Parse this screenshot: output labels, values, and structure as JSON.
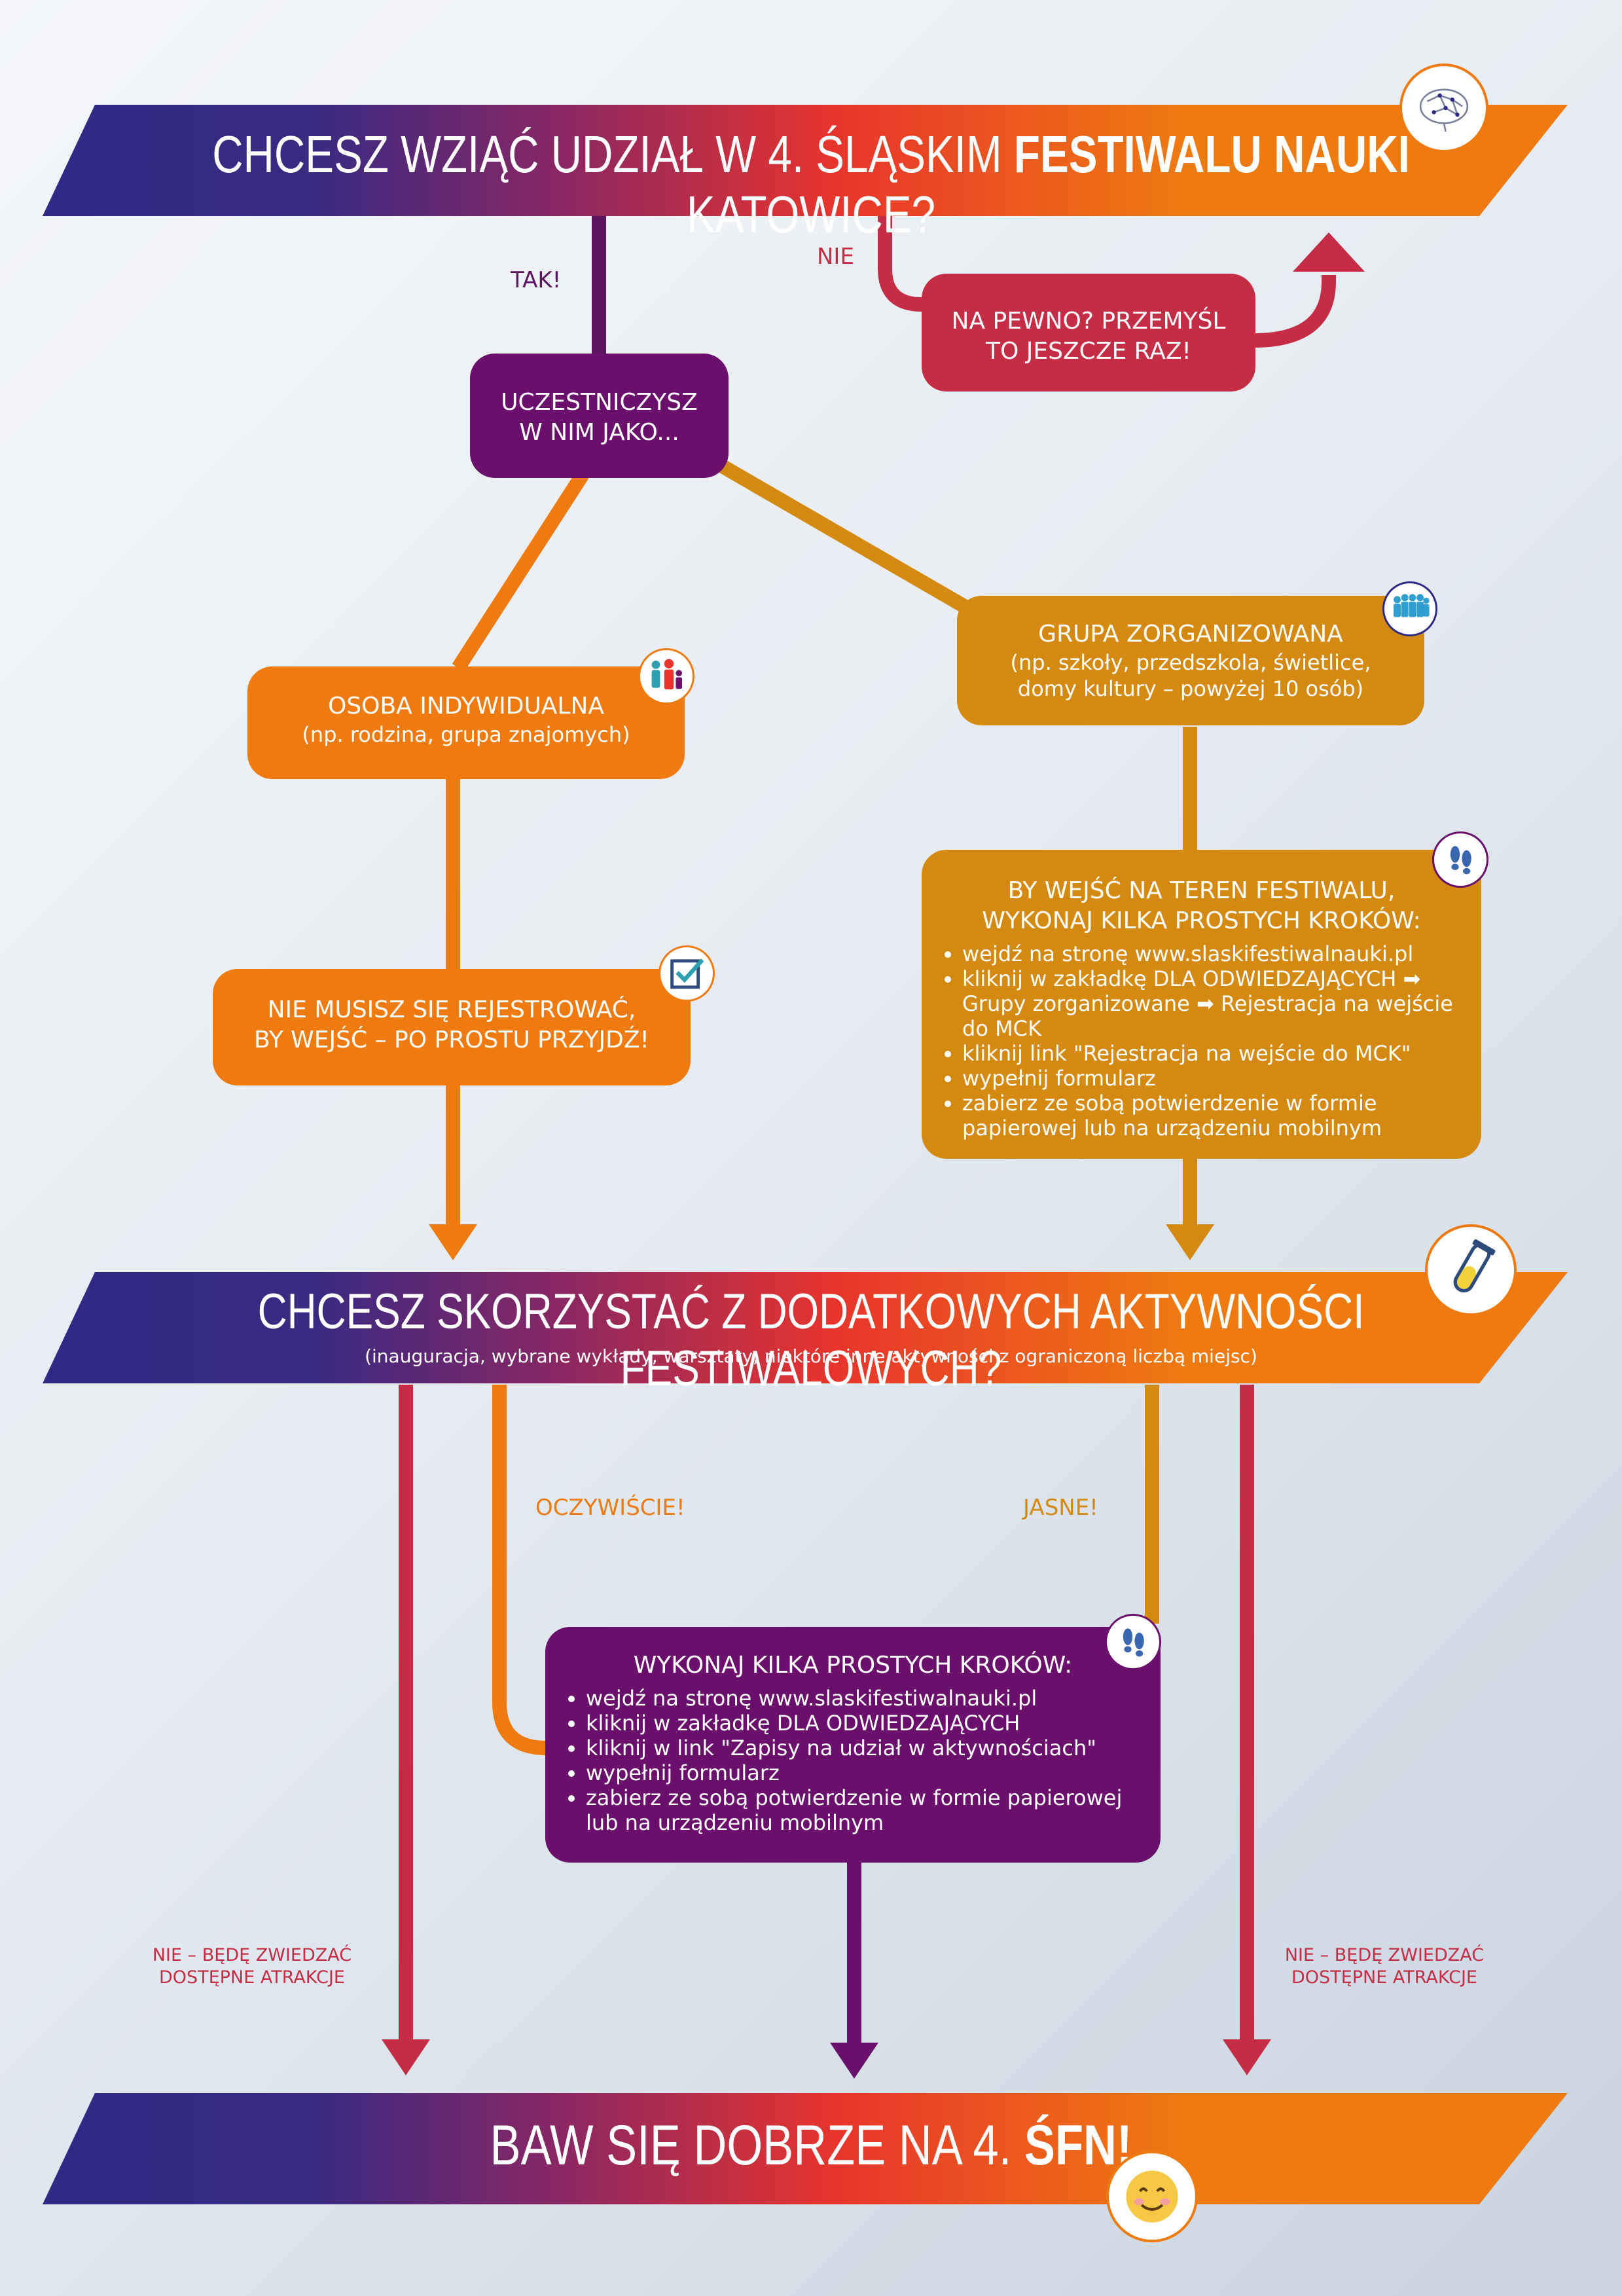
{
  "banner_top": {
    "prefix": "CHCESZ WZIĄĆ UDZIAŁ W 4. ŚLĄSKIM ",
    "bold": "FESTIWALU NAUKI",
    "suffix": " KATOWICE?"
  },
  "answer_tak": "TAK!",
  "answer_nie": "NIE",
  "box_na_pewno": {
    "line1": "NA PEWNO? PRZEMYŚL",
    "line2": "TO JESZCZE RAZ!"
  },
  "box_uczestniczysz": {
    "line1": "UCZESTNICZYSZ",
    "line2": "W NIM JAKO..."
  },
  "box_osoba": {
    "title": "OSOBA INDYWIDUALNA",
    "subtitle": "(np. rodzina, grupa znajomych)"
  },
  "box_grupa": {
    "title": "GRUPA ZORGANIZOWANA",
    "sub1": "(np. szkoły, przedszkola, świetlice,",
    "sub2": "domy kultury – powyżej 10 osób)"
  },
  "box_nie_musisz": {
    "line1": "NIE MUSISZ SIĘ REJESTROWAĆ,",
    "line2": "BY WEJŚĆ – PO PROSTU PRZYJDŹ!"
  },
  "box_by_wejsc": {
    "title1": "BY WEJŚĆ NA TEREN FESTIWALU,",
    "title2": "WYKONAJ KILKA PROSTYCH KROKÓW:",
    "items": [
      "wejdź na stronę www.slaskifestiwalnauki.pl",
      "kliknij w zakładkę DLA ODWIEDZAJĄCYCH ➡ Grupy zorganizowane ➡ Rejestracja na wejście do MCK",
      "kliknij link \"Rejestracja na wejście do MCK\"",
      "wypełnij formularz",
      "zabierz ze sobą potwierdzenie w formie papierowej lub na urządzeniu mobilnym"
    ]
  },
  "banner_middle": {
    "title": "CHCESZ SKORZYSTAĆ Z DODATKOWYCH AKTYWNOŚCI FESTIWALOWYCH?",
    "subtitle": "(inauguracja, wybrane wykłady, warsztaty, niektóre inne aktywności z ograniczoną liczbą miejsc)"
  },
  "answer_oczywiscie": "OCZYWIŚCIE!",
  "answer_jasne": "JASNE!",
  "box_wykonaj": {
    "title": "WYKONAJ KILKA PROSTYCH KROKÓW:",
    "items": [
      "wejdź na stronę www.slaskifestiwalnauki.pl",
      "kliknij w zakładkę DLA ODWIEDZAJĄCYCH",
      "kliknij w link \"Zapisy na udział w aktywnościach\"",
      "wypełnij formularz",
      "zabierz ze sobą potwierdzenie w formie papierowej lub na urządzeniu mobilnym"
    ]
  },
  "answer_nie_left": {
    "line1": "NIE – BĘDĘ ZWIEDZAĆ",
    "line2": "DOSTĘPNE ATRAKCJE"
  },
  "answer_nie_right": {
    "line1": "NIE – BĘDĘ ZWIEDZAĆ",
    "line2": "DOSTĘPNE ATRAKCJE"
  },
  "banner_bottom": {
    "prefix": "BAW SIĘ DOBRZE NA 4. ",
    "bold": "ŚFN!"
  },
  "icons": [
    "brain-icon",
    "family-icon",
    "crowd-icon",
    "checkbox-icon",
    "footsteps-icon",
    "test-tube-icon",
    "smiley-icon"
  ],
  "colors": {
    "indigo": "#2e2a86",
    "red": "#e8342c",
    "orange": "#ef7b10",
    "purple": "#6a0f6c",
    "crimson": "#c42d45",
    "amber": "#d48a10",
    "orange_box": "#ef7b10"
  }
}
